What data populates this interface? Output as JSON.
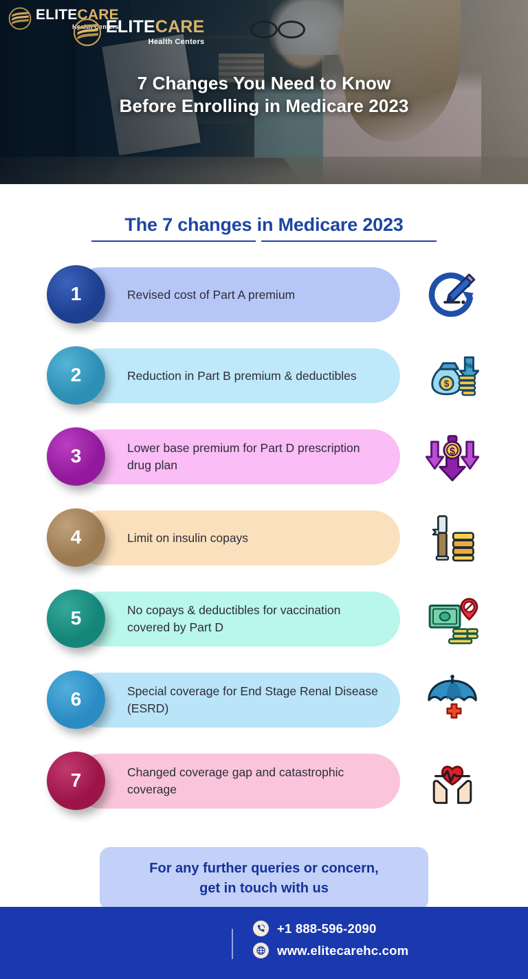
{
  "brand": {
    "name_part1": "ELITE",
    "name_part2": "CARE",
    "tagline": "Health Centers",
    "mark": "elitecare-wave-emblem",
    "gold": "#d8b46a",
    "navy": "#1b39ae"
  },
  "hero": {
    "title_line1": "7 Changes You Need to Know",
    "title_line2": "Before Enrolling in Medicare 2023",
    "photo_alt": "two-women-reviewing-documents-at-laptop"
  },
  "section": {
    "title": "The 7 changes in Medicare 2023",
    "title_color": "#1d46a0"
  },
  "items": [
    {
      "number": "1",
      "text": "Revised cost of Part A premium",
      "circle_color": "#1e3f8f",
      "circle_color_light": "#3a63bd",
      "pill_color": "#b6c7f7",
      "icon": "revise-pencil-circular-arrow-icon"
    },
    {
      "number": "2",
      "text": "Reduction in Part B premium & deductibles",
      "circle_color": "#2d8fb5",
      "circle_color_light": "#55b4d6",
      "pill_color": "#bfe9fa",
      "icon": "money-bag-coins-down-arrow-percent-icon"
    },
    {
      "number": "3",
      "text": "Lower base premium for Part D prescription drug plan",
      "circle_color": "#92199c",
      "circle_color_light": "#b93fc2",
      "pill_color": "#fabdf6",
      "icon": "down-arrows-dollar-coin-icon"
    },
    {
      "number": "4",
      "text": "Limit on insulin copays",
      "circle_color": "#9b7a52",
      "circle_color_light": "#c0a179",
      "pill_color": "#fbe0bd",
      "icon": "insulin-syringe-coins-icon"
    },
    {
      "number": "5",
      "text": "No copays & deductibles for vaccination covered by Part D",
      "circle_color": "#15857a",
      "circle_color_light": "#36a89b",
      "pill_color": "#b9f6ec",
      "icon": "banknote-coins-no-cost-icon"
    },
    {
      "number": "6",
      "text": "Special coverage for End Stage Renal Disease (ESRD)",
      "circle_color": "#2b8cc4",
      "circle_color_light": "#52aedd",
      "pill_color": "#bae4f8",
      "icon": "umbrella-medical-cross-icon"
    },
    {
      "number": "7",
      "text": "Changed coverage gap and catastrophic coverage",
      "circle_color": "#9c1448",
      "circle_color_light": "#c23a6d",
      "pill_color": "#fac5da",
      "icon": "hands-holding-heart-icon"
    }
  ],
  "cta": {
    "line1": "For any further queries or concern,",
    "line2": "get in touch with us",
    "bg_color": "#c3d0f7",
    "text_color": "#14329b"
  },
  "footer": {
    "phone": "+1 888-596-2090",
    "website": "www.elitecarehc.com",
    "phone_icon": "phone-icon",
    "globe_icon": "globe-icon",
    "bg_color": "#1b39ae"
  }
}
